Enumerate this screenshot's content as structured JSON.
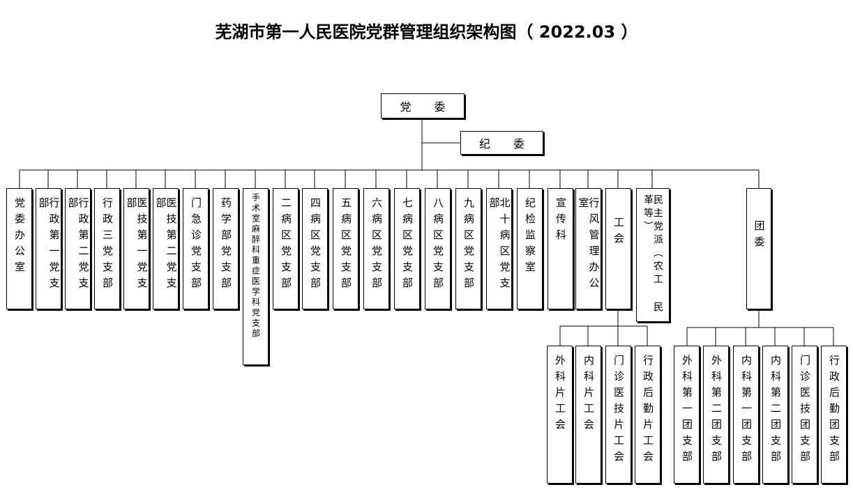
{
  "title": "芜湖市第一人民医院党群管理组织架构图（ 2022.03 ）",
  "top": {
    "dangwei": "党  委",
    "jiwei": "纪  委"
  },
  "branches": [
    "党委办公室",
    "行政第一党支部",
    "行政第二党支部",
    "行政三党支部",
    "医技第一党支部",
    "医技第二党支部",
    "门急诊党支部",
    "药学部党支部",
    "手术室麻醉科重症医学科党支部",
    "二病区党支部",
    "四病区党支部",
    "五病区党支部",
    "六病区党支部",
    "七病区党支部",
    "八病区党支部",
    "九病区党支部",
    "北十病区党支部",
    "纪检监察室",
    "宣传科",
    "行风管理办公室",
    "工会",
    "民主党派（农工 民革等）",
    "团委"
  ],
  "union_units": [
    "外科片工会",
    "内科片工会",
    "门诊医技片工会",
    "行政后勤片工会"
  ],
  "youth_units": [
    "外科第一团支部",
    "外科第二团支部",
    "内科第一团支部",
    "内科第二团支部",
    "门诊医技团支部",
    "行政后勤团支部"
  ]
}
